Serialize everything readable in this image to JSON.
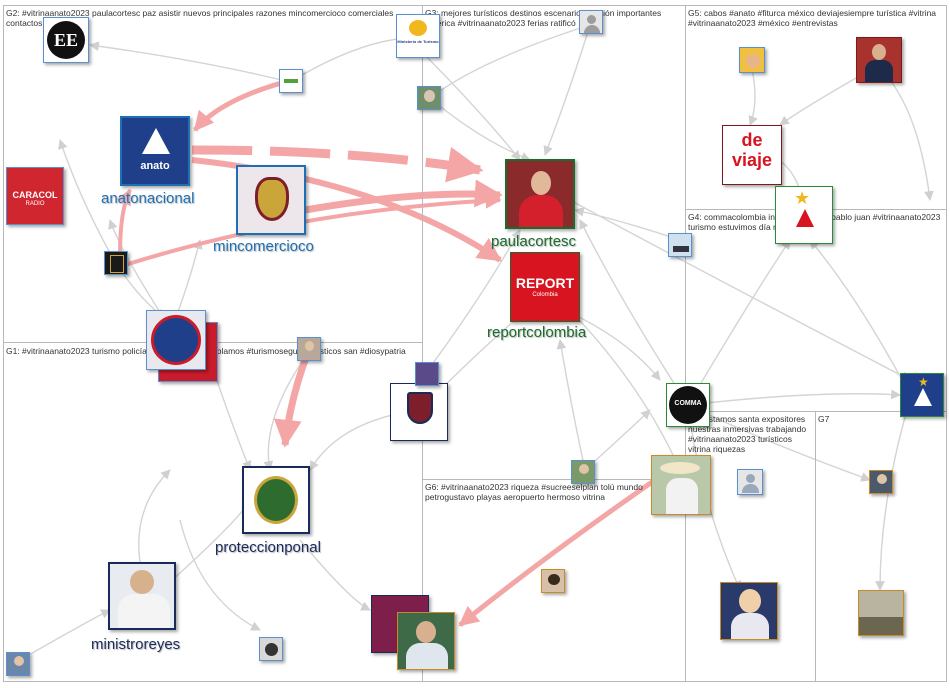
{
  "groups": {
    "g2": "G2: #vitrinaanato2023 paulacortesc paz asistir nuevos principales razones mincomercioco comerciales contactos",
    "g3": "G3: mejores turísticos destinos escenario posición importantes américa #vitrinaanato2023 ferias ratificó",
    "g5": "G5: cabos #anato #fiturca méxico deviajesiempre turística #vitrina #vitrinaanato2023 #méxico #entrevistas",
    "g4": "G4: commacolombia industria trabajo pablo juan #vitrinaanato2023 turismo estuvimos día recorriendo",
    "g1": "G1: #vitrinaanato2023 turismo policías stand nuestro hablamos #turismoseguro turísticos san #diosypatria",
    "g6": "G6: #vitrinaanato2023 riqueza #sucreeselplan tolú mundo petrogustavo playas aeropuerto hermoso vitrina",
    "g8": "G8: estamos santa expositores nuestras inmersivas trabajando #vitrinaanato2023 turísticos vitrina riquezas",
    "g7": "G7"
  },
  "labels": {
    "anatonacional": "anatonacional",
    "mincomercioco": "mincomercioco",
    "paulacortesc": "paulacortesc",
    "reportcolombia": "reportcolombia",
    "proteccionponal": "proteccionponal",
    "ministroreyes": "ministroreyes"
  },
  "logos": {
    "ee": "EE",
    "caracol": "CARACOL",
    "caracol_sub": "RADIO",
    "anato": "anato",
    "report": "REPORT",
    "report_sub": "Colombia",
    "deviaje_1": "de",
    "deviaje_2": "viaje",
    "comma": "COMMA",
    "min_tur": "Ministerio de Turismo"
  },
  "colors": {
    "panel_border": "#b8b8b8",
    "edge_gray": "#d2d2d2",
    "edge_red": "#f4a6a6",
    "label_blue": "#1f6fb5",
    "label_green": "#1c6b2c",
    "label_navy": "#1a2a5a"
  }
}
